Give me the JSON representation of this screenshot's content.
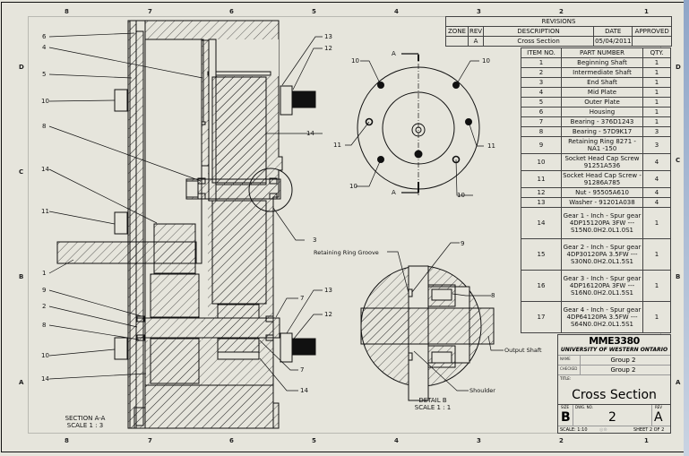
{
  "sheet": {
    "border_zones_top": [
      "8",
      "7",
      "6",
      "5",
      "4",
      "3",
      "2",
      "1"
    ],
    "border_zones_bottom": [
      "8",
      "7",
      "6",
      "5",
      "4",
      "3",
      "2",
      "1"
    ],
    "border_zones_left": [
      "D",
      "C",
      "B",
      "A"
    ],
    "border_zones_right": [
      "D",
      "C",
      "B",
      "A"
    ]
  },
  "revisions": {
    "title": "REVISIONS",
    "headers": {
      "zone": "ZONE",
      "rev": "REV",
      "description": "DESCRIPTION",
      "date": "DATE",
      "approved": "APPROVED"
    },
    "rows": [
      {
        "zone": "",
        "rev": "A",
        "description": "Cross Section",
        "date": "05/04/2011",
        "approved": ""
      }
    ]
  },
  "bom": {
    "headers": {
      "item": "ITEM NO.",
      "part": "PART NUMBER",
      "qty": "QTY."
    },
    "rows": [
      {
        "item": "1",
        "part": "Beginning Shaft",
        "qty": "1"
      },
      {
        "item": "2",
        "part": "Intermediate Shaft",
        "qty": "1"
      },
      {
        "item": "3",
        "part": "End Shaft",
        "qty": "1"
      },
      {
        "item": "4",
        "part": "Mid Plate",
        "qty": "1"
      },
      {
        "item": "5",
        "part": "Outer Plate",
        "qty": "1"
      },
      {
        "item": "6",
        "part": "Housing",
        "qty": "1"
      },
      {
        "item": "7",
        "part": "Bearing - 376D1243",
        "qty": "1"
      },
      {
        "item": "8",
        "part": "Bearing - 57D9K17",
        "qty": "3"
      },
      {
        "item": "9",
        "part": "Retaining Ring 8271 - NA1 -150",
        "qty": "3"
      },
      {
        "item": "10",
        "part": "Socket Head Cap Screw 91251A536",
        "qty": "4"
      },
      {
        "item": "11",
        "part": "Socket Head Cap Screw - 91286A785",
        "qty": "4"
      },
      {
        "item": "12",
        "part": "Nut - 95505A610",
        "qty": "4"
      },
      {
        "item": "13",
        "part": "Washer - 91201A038",
        "qty": "4"
      },
      {
        "item": "14",
        "part": "Gear 1 - Inch - Spur gear 4DP15120PA 3FW --- S15N0.0H2.0L1.0S1",
        "qty": "1"
      },
      {
        "item": "15",
        "part": "Gear 2 - Inch - Spur gear 4DP30120PA 3.5FW --- S30N0.0H2.0L1.5S1",
        "qty": "1"
      },
      {
        "item": "16",
        "part": "Gear 3 - Inch - Spur gear 4DP16120PA 3FW --- S16N0.0H2.0L1.5S1",
        "qty": "1"
      },
      {
        "item": "17",
        "part": "Gear 4 - Inch - Spur gear 4DP64120PA 3.5FW --- S64N0.0H2.0L1.5S1",
        "qty": "1"
      }
    ]
  },
  "title_block": {
    "course": "MME3380",
    "university": "UNIVERSITY OF WESTERN ONTARIO",
    "drawn_by_key": "NAME",
    "drawn_by": "Group 2",
    "checked_by_key": "CHECKED",
    "checked_by": "Group 2",
    "title_key": "TITLE:",
    "title": "Cross Section",
    "size_key": "SIZE",
    "size": "B",
    "dwg_no_key": "DWG. NO.",
    "dwg_no": "2",
    "rev_key": "REV",
    "rev": "A",
    "scale": "SCALE: 1:10",
    "sheet": "SHEET 2 OF 2"
  },
  "section_view": {
    "caption_line1": "SECTION A-A",
    "caption_line2": "SCALE 1 : 3",
    "callouts_left": [
      "6",
      "4",
      "5",
      "10",
      "8",
      "14",
      "11",
      "1",
      "9",
      "2",
      "8",
      "10",
      "14"
    ],
    "callouts_right": [
      "13",
      "12",
      "14",
      "3",
      "13",
      "12",
      "7",
      "7",
      "14"
    ]
  },
  "front_view": {
    "section_letter": "A",
    "callouts": [
      "10",
      "10",
      "11",
      "11",
      "10",
      "10"
    ]
  },
  "detail_view": {
    "caption_line1": "DETAIL B",
    "caption_line2": "SCALE 1 : 1",
    "label_groove": "Retaining Ring Groove",
    "label_9": "9",
    "label_8": "8",
    "label_output": "Output Shaft",
    "label_shoulder": "Shoulder"
  }
}
